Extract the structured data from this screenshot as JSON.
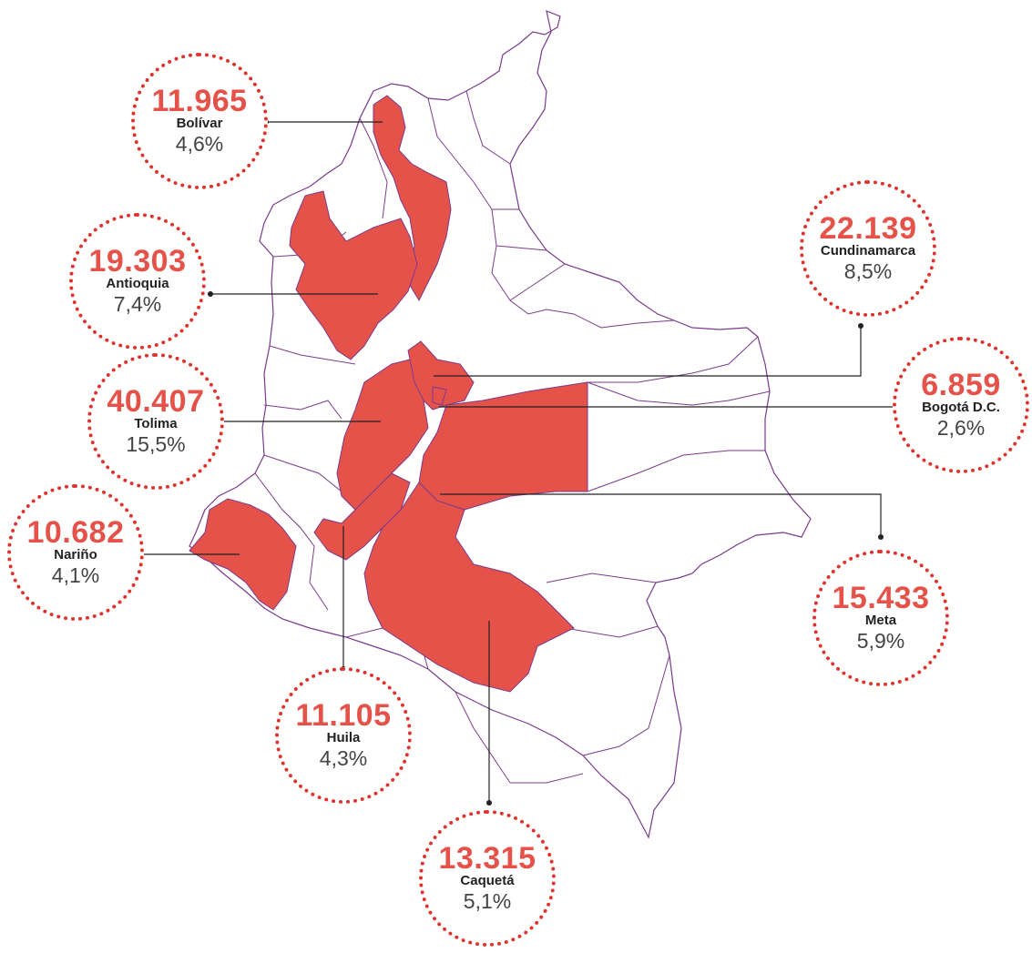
{
  "colors": {
    "highlight": "#e5524a",
    "border": "#7a3a8c",
    "bubble_dots": "#e0322c",
    "leader": "#222222"
  },
  "regions": [
    {
      "id": "bolivar",
      "value": "11.965",
      "name": "Bolívar",
      "pct": "4,6%"
    },
    {
      "id": "antioquia",
      "value": "19.303",
      "name": "Antioquia",
      "pct": "7,4%"
    },
    {
      "id": "tolima",
      "value": "40.407",
      "name": "Tolima",
      "pct": "15,5%"
    },
    {
      "id": "narino",
      "value": "10.682",
      "name": "Nariño",
      "pct": "4,1%"
    },
    {
      "id": "huila",
      "value": "11.105",
      "name": "Huila",
      "pct": "4,3%"
    },
    {
      "id": "caqueta",
      "value": "13.315",
      "name": "Caquetá",
      "pct": "5,1%"
    },
    {
      "id": "meta",
      "value": "15.433",
      "name": "Meta",
      "pct": "5,9%"
    },
    {
      "id": "bogota",
      "value": "6.859",
      "name": "Bogotá D.C.",
      "pct": "2,6%"
    },
    {
      "id": "cundinamarca",
      "value": "22.139",
      "name": "Cundinamarca",
      "pct": "8,5%"
    }
  ]
}
